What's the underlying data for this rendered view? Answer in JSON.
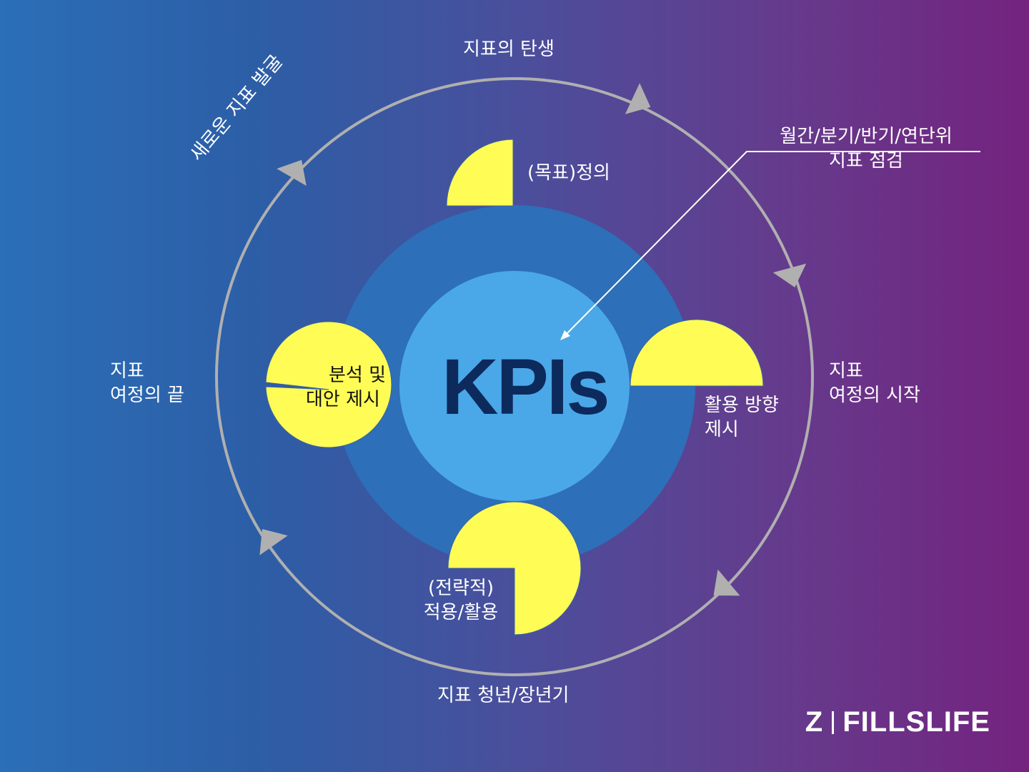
{
  "center": {
    "title": "KPIs"
  },
  "cycle": {
    "top": "지표의 탄생",
    "top_left": "새로운 지표 발굴",
    "right_line1": "지표",
    "right_line2": "여정의 시작",
    "left_line1": "지표",
    "left_line2": "여정의 끝",
    "bottom": "지표 청년/장년기"
  },
  "callout": {
    "line1": "월간/분기/반기/연단위",
    "line2": "지표 점검"
  },
  "stages": {
    "define": "(목표)정의",
    "direction_line1": "활용 방향",
    "direction_line2": "제시",
    "apply_line1": "(전략적)",
    "apply_line2": "적용/활용",
    "analyze_line1": "분석 및",
    "analyze_line2": "대안 제시"
  },
  "stage_fill": {
    "define": 0.25,
    "direction": 0.5,
    "apply": 0.75,
    "analyze": 0.98
  },
  "logo": {
    "mark": "Z",
    "name": "FILLSLIFE"
  },
  "colors": {
    "wedge": "#fffd55",
    "outer_disc": "#2d6fb8",
    "inner_disc": "#4aa8e8",
    "ring": "#b0b0b0",
    "kpi_text": "#0d2a5c"
  }
}
